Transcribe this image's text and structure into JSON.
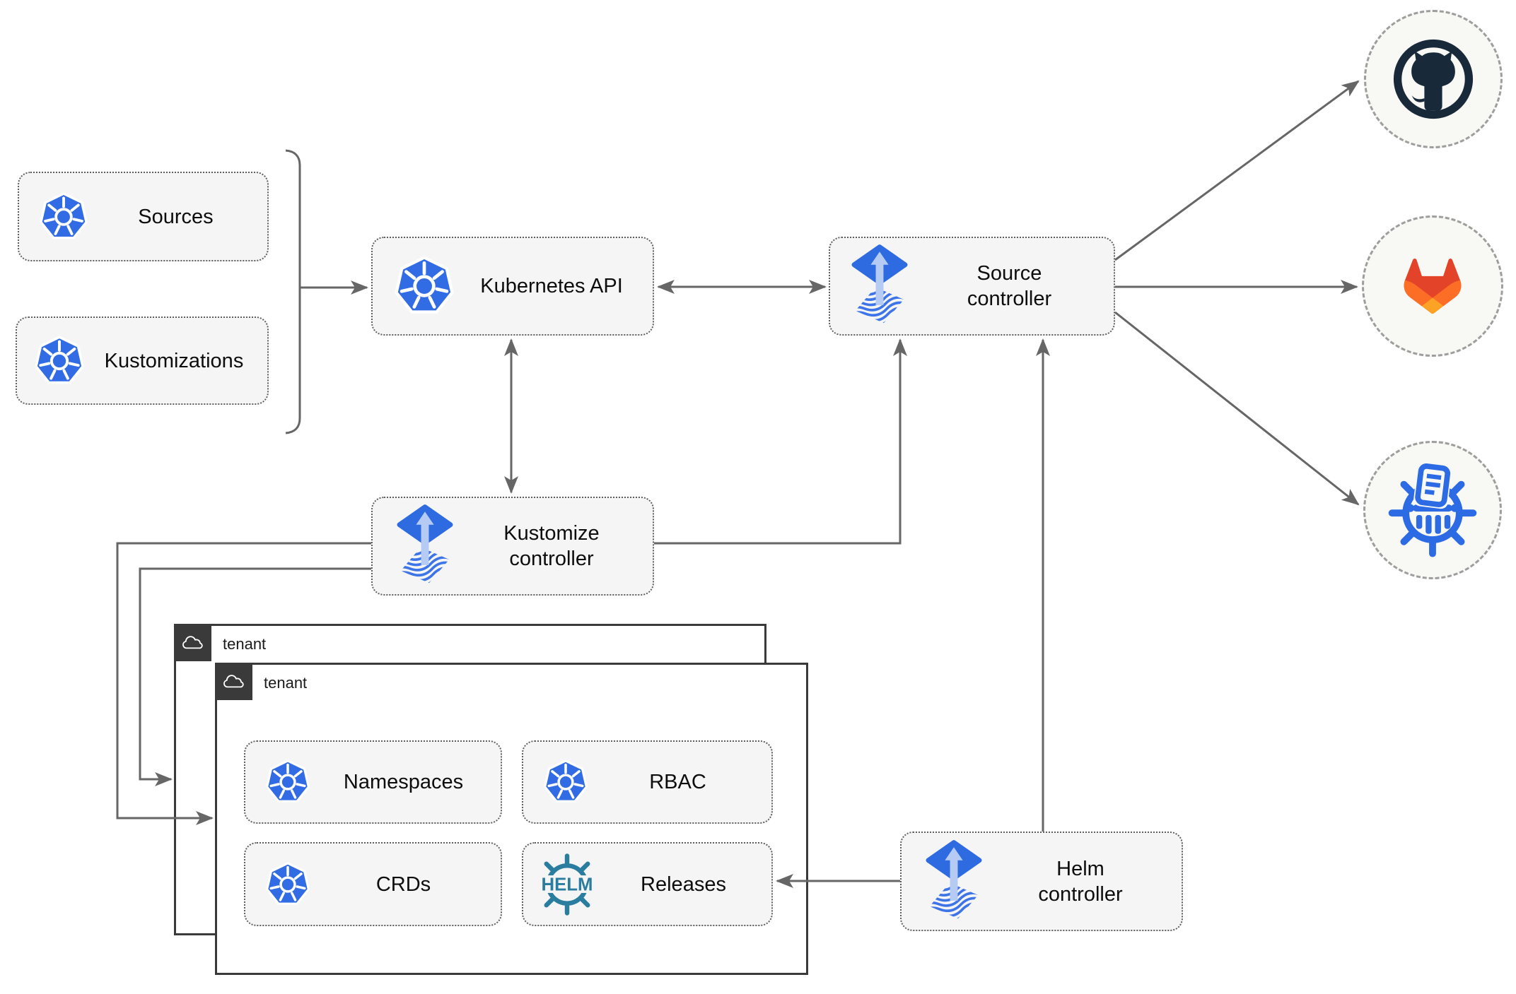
{
  "nodes": {
    "sources": "Sources",
    "kustomizations": "Kustomizations",
    "kubernetes_api": "Kubernetes API",
    "source_controller": {
      "line1": "Source",
      "line2": "controller"
    },
    "kustomize_controller": {
      "line1": "Kustomize",
      "line2": "controller"
    },
    "helm_controller": {
      "line1": "Helm",
      "line2": "controller"
    },
    "namespaces": "Namespaces",
    "rbac": "RBAC",
    "crds": "CRDs",
    "releases": "Releases"
  },
  "tenant_back": {
    "label": "tenant"
  },
  "tenant_front": {
    "label": "tenant"
  },
  "external_targets": [
    {
      "id": "github",
      "icon": "github-octocat-icon"
    },
    {
      "id": "gitlab",
      "icon": "gitlab-tanuki-icon"
    },
    {
      "id": "chartmuseum",
      "icon": "chartmuseum-helm-repository-icon"
    }
  ],
  "helm_icon_text": "HELM",
  "colors": {
    "kubernetes_blue": "#326ce5",
    "flux_blue": "#2e6ae0",
    "flux_arrow_light": "#b5cbf3",
    "helm_teal": "#2a7d9f",
    "github_dark": "#18293a",
    "gitlab_red": "#e24329",
    "gitlab_orange": "#fc6d26",
    "gitlab_yellow": "#fca326",
    "chartmuseum_blue": "#2c6be4",
    "connector_gray": "#666666",
    "node_fill": "#f5f5f5",
    "tenant_border": "#3a3a3a"
  }
}
